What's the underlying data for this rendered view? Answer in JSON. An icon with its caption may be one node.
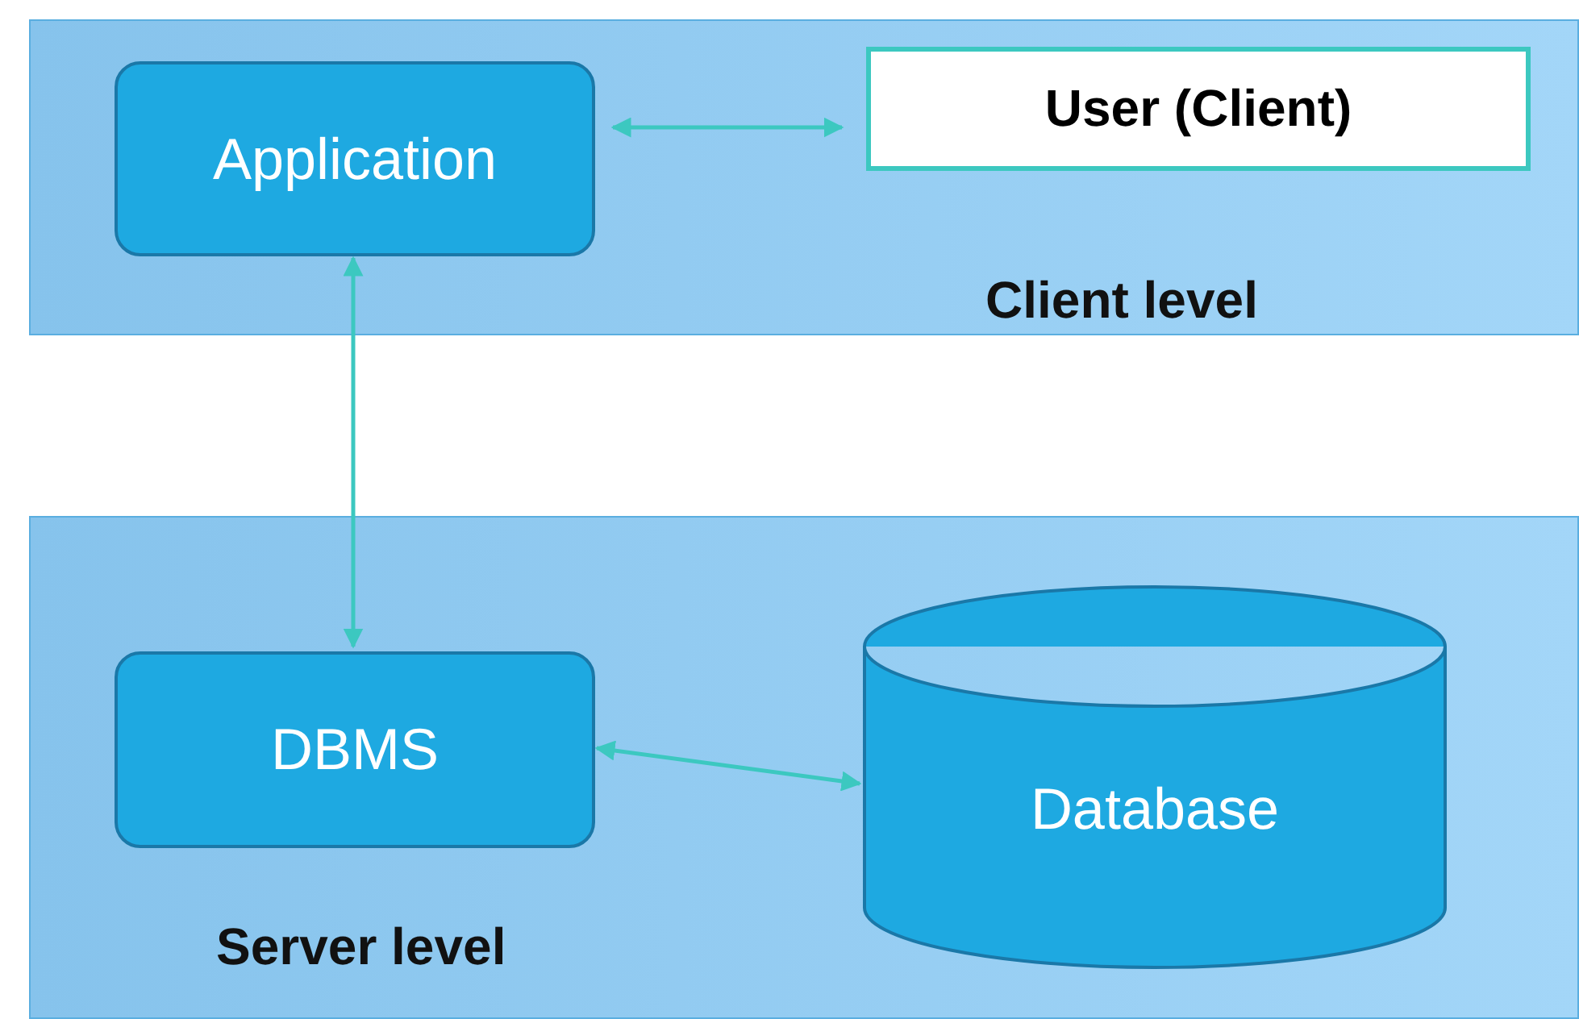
{
  "diagram": {
    "nodes": [
      {
        "text": [
          "Client level"
        ]
      },
      {
        "text": [
          "Application"
        ],
        "in": 0
      },
      {
        "text": [
          "User (Client)"
        ],
        "in": 0
      },
      {
        "text": [
          "Server level"
        ]
      },
      {
        "text": [
          "DBMS"
        ],
        "in": 3
      },
      {
        "text": [
          "Database"
        ],
        "in": 3
      }
    ],
    "edges": [
      {
        "from": 1,
        "to": 2,
        "arrow": "both"
      },
      {
        "from": 1,
        "to": 4,
        "arrow": "both"
      },
      {
        "from": 4,
        "to": 5,
        "arrow": "both"
      }
    ]
  }
}
